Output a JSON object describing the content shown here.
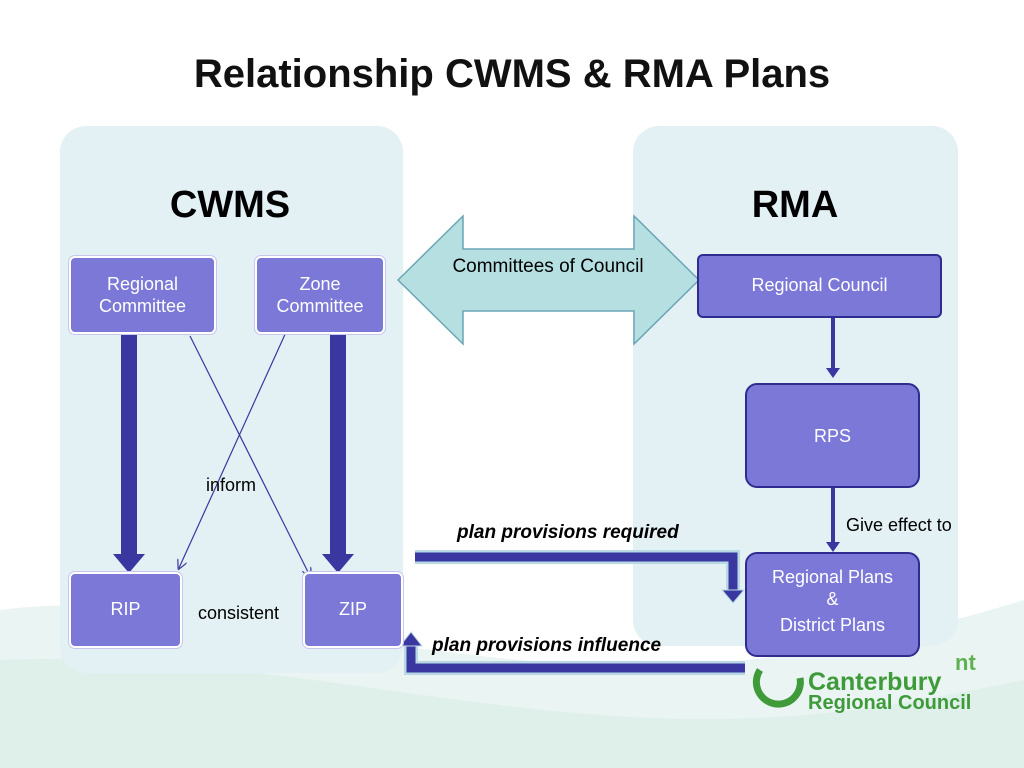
{
  "title": "Relationship CWMS & RMA Plans",
  "cwms": {
    "heading": "CWMS",
    "regional_committee": "Regional Committee",
    "zone_committee": "Zone Committee",
    "rip": "RIP",
    "zip": "ZIP",
    "inform_label": "inform",
    "consistent_label": "consistent"
  },
  "rma": {
    "heading": "RMA",
    "regional_council": "Regional Council",
    "rps": "RPS",
    "regional_plans_line1": "Regional Plans",
    "regional_plans_line2": "&",
    "regional_plans_line3": "District Plans",
    "give_effect_label": "Give effect to"
  },
  "link": {
    "committees_label": "Committees of Council",
    "plan_required_label": "plan provisions required",
    "plan_influence_label": "plan provisions influence"
  },
  "logo": {
    "line_partial": "nt",
    "line1": "Canterbury",
    "line2": "Regional Council"
  },
  "colors": {
    "box_fill": "#7b78d8",
    "arrow_dark": "#3a37a0",
    "panel_bg": "#e3f0f4",
    "double_arrow_fill": "#b6dfe2",
    "logo_green": "#3f9a3a"
  }
}
